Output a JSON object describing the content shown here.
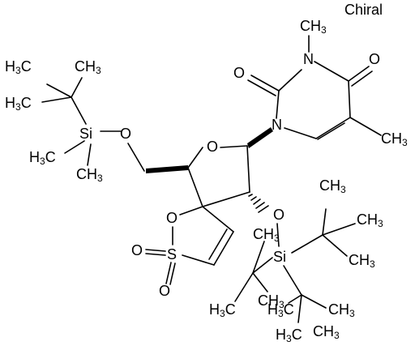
{
  "flag": "Chiral",
  "atoms": {
    "O_ring": "O",
    "N1": "N",
    "N3": "N",
    "O_c2": "O",
    "O_c4": "O",
    "CH3_n3": "CH",
    "CH3_n3_sub": "3",
    "CH3_c5": "CH",
    "CH3_c5_sub": "3",
    "O_ch2": "O",
    "Si_top": "Si",
    "O_sulfone_ring": "O",
    "S": "S",
    "O_s1": "O",
    "O_s2": "O",
    "O_tbs2": "O",
    "Si_bot": "Si"
  },
  "tbu_top": {
    "h3c_a": "H",
    "h3c_a_sub": "3",
    "h3c_a_c": "C",
    "ch3_b": "CH",
    "ch3_b_sub": "3",
    "h3c_c": "H",
    "h3c_c_sub": "3",
    "h3c_c_c": "C",
    "h3c_si": "H",
    "h3c_si_sub": "3",
    "h3c_si_c": "C",
    "ch3_si": "CH",
    "ch3_si_sub": "3"
  },
  "tbu_right": {
    "ch3_1": "CH",
    "ch3_1_sub": "3",
    "ch3_2": "CH",
    "ch3_2_sub": "3",
    "ch3_3": "CH",
    "ch3_3_sub": "3"
  },
  "tbu_left": {
    "ch3_up": "CH",
    "ch3_up_sub": "3",
    "h3c_1": "H",
    "h3c_1_sub": "3",
    "h3c_1_c": "C",
    "ch3_3": "CH",
    "ch3_3_sub": "3"
  },
  "tbu_bottom": {
    "h3c_1": "H",
    "h3c_1_sub": "3",
    "h3c_1_c": "C",
    "ch3_1": "CH",
    "ch3_1_sub": "3",
    "ch3_2": "CH",
    "ch3_2_sub": "3",
    "h3c_2": "H",
    "h3c_2_sub": "3",
    "h3c_2_c": "C"
  }
}
